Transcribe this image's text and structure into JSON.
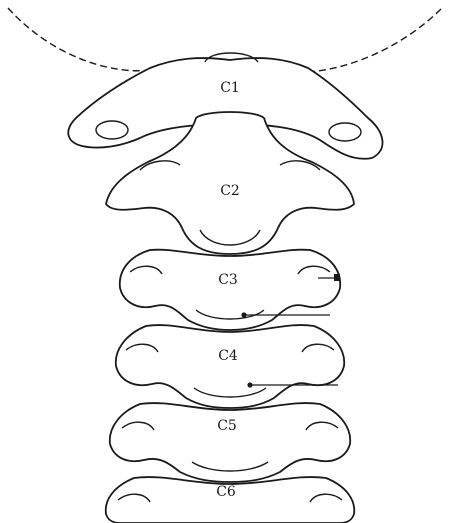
{
  "figure": {
    "labels": {
      "c1": "C1",
      "c2": "C2",
      "c3": "C3",
      "c4": "C4",
      "c5": "C5",
      "c6": "C6"
    },
    "colors": {
      "line": "#1a1a1a",
      "background": "#ffffff"
    }
  }
}
